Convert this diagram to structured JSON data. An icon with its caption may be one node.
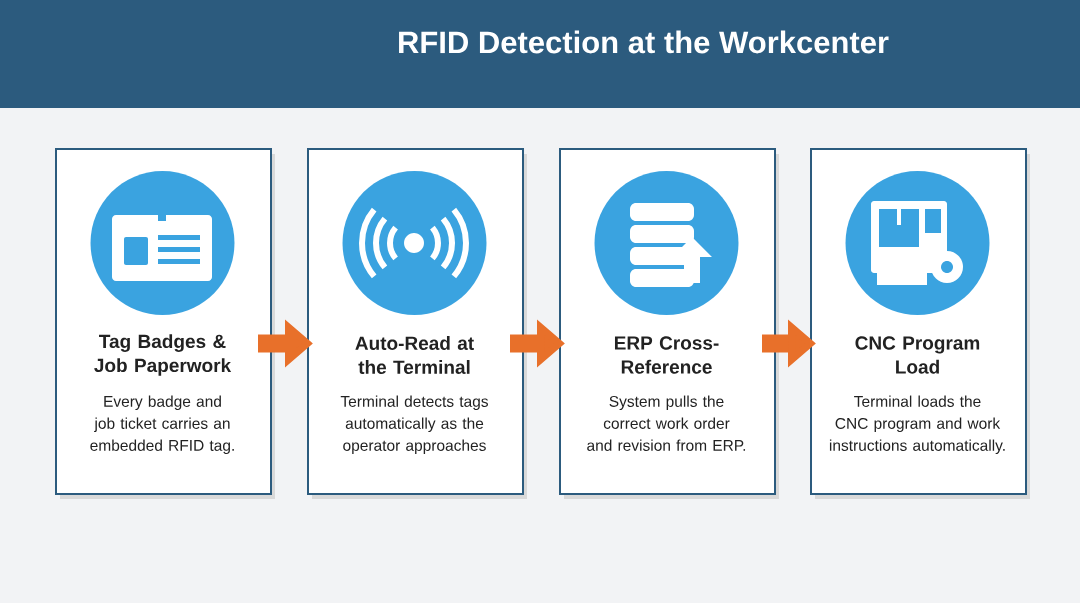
{
  "diagram": {
    "title": "RFID Detection at the Workcenter",
    "nodes": [
      {
        "text": [
          "Tag Badges & Job Paperwork",
          "Every badge and job ticket carries an embedded RFID tag."
        ]
      },
      {
        "text": [
          "Auto-Read at the Terminal",
          "Terminal detects tags automatically as the operator approaches"
        ]
      },
      {
        "text": [
          "ERP Cross-Reference",
          "System pulls the correct work order and revision from ERP."
        ]
      },
      {
        "text": [
          "CNC Program Load",
          "Terminal loads the CNC program and work instructions automatically."
        ]
      }
    ],
    "edges": [
      {
        "from": 0,
        "to": 1,
        "arrow": "to",
        "color": "#e8702a"
      },
      {
        "from": 1,
        "to": 2,
        "arrow": "to",
        "color": "#e8702a"
      },
      {
        "from": 2,
        "to": 3,
        "arrow": "to",
        "color": "#e8702a"
      }
    ]
  }
}
